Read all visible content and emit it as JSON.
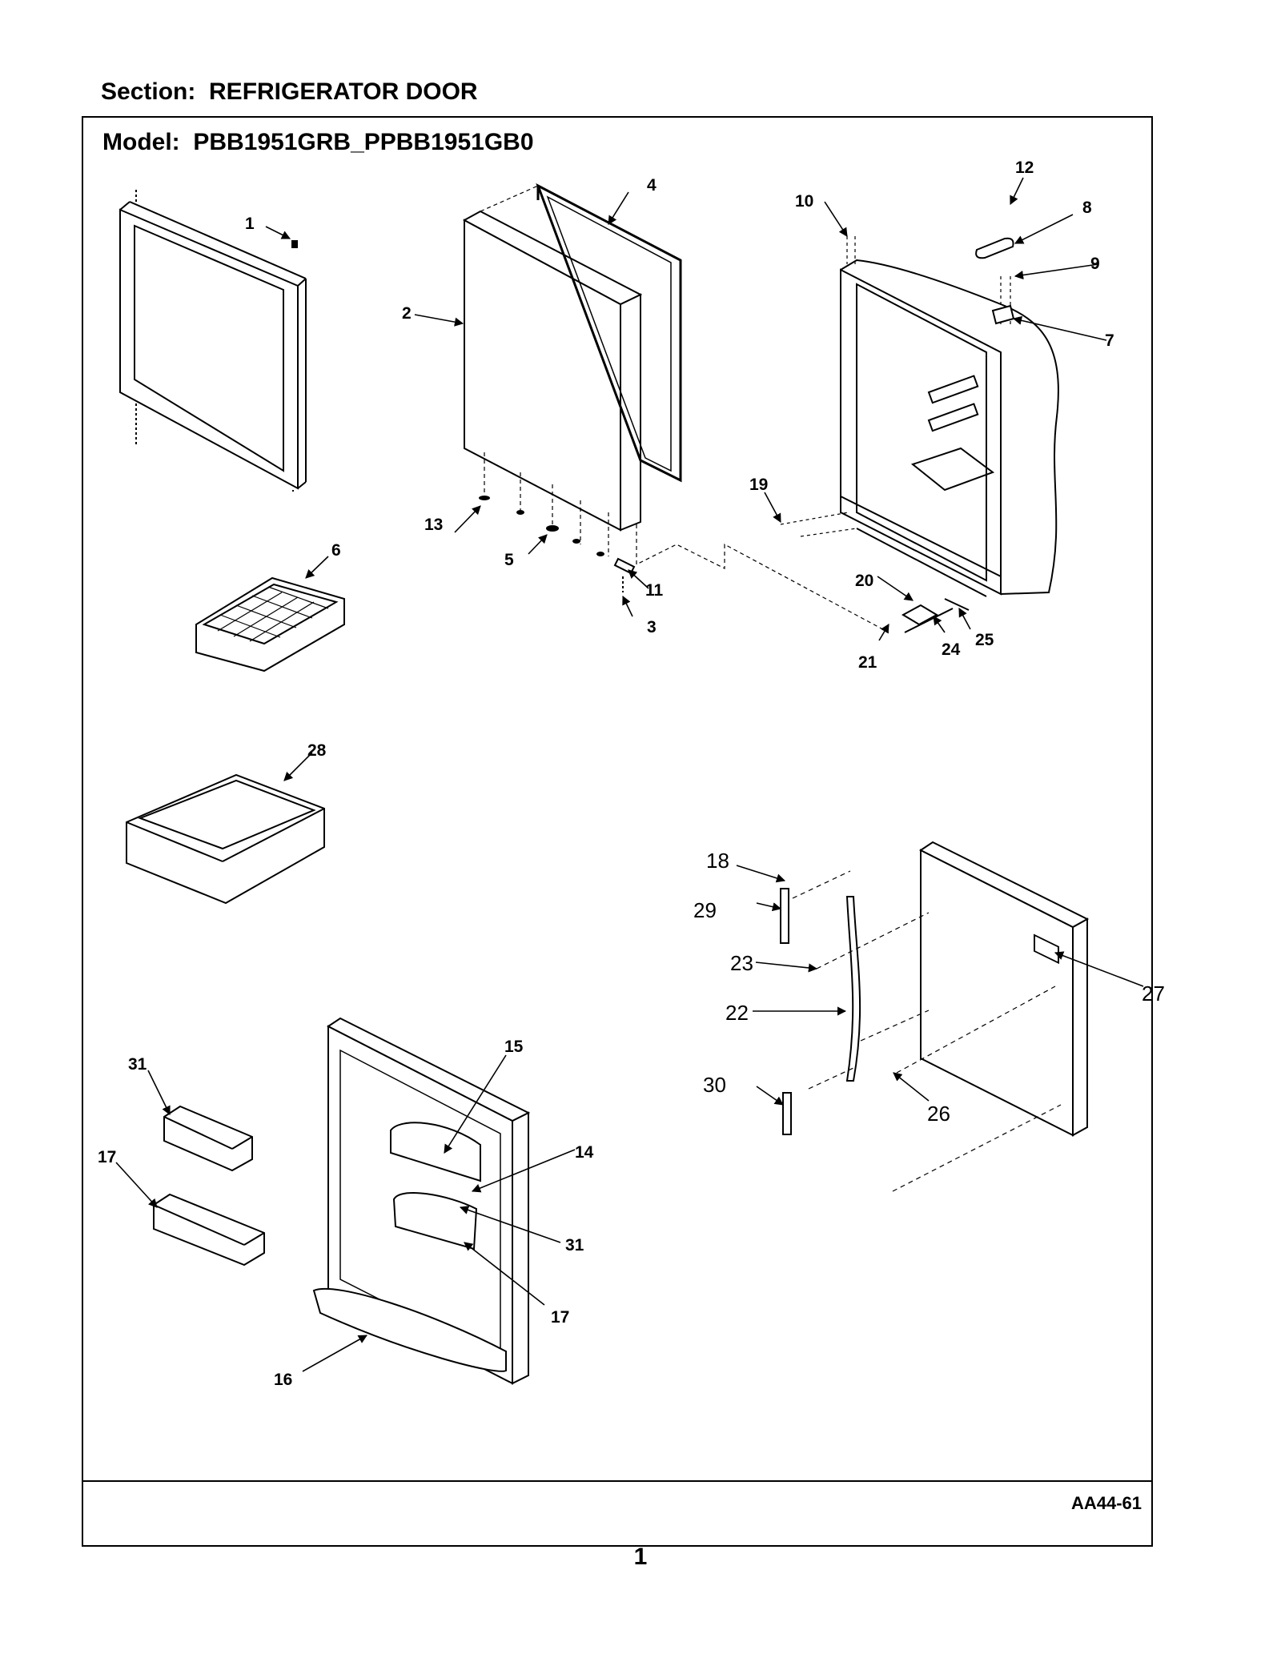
{
  "header": {
    "section_label": "Section:  REFRIGERATOR DOOR"
  },
  "frame": {
    "model_label": "Model:  PBB1951GRB_PPBB1951GB0",
    "diagram_code": "AA44-61"
  },
  "page": {
    "number": "1"
  },
  "callouts": [
    {
      "id": "c1",
      "text": "1"
    },
    {
      "id": "c2",
      "text": "2"
    },
    {
      "id": "c3",
      "text": "3"
    },
    {
      "id": "c4",
      "text": "4"
    },
    {
      "id": "c5",
      "text": "5"
    },
    {
      "id": "c6",
      "text": "6"
    },
    {
      "id": "c7",
      "text": "7"
    },
    {
      "id": "c8",
      "text": "8"
    },
    {
      "id": "c9",
      "text": "9"
    },
    {
      "id": "c10",
      "text": "10"
    },
    {
      "id": "c11",
      "text": "11"
    },
    {
      "id": "c12",
      "text": "12"
    },
    {
      "id": "c13",
      "text": "13"
    },
    {
      "id": "c14",
      "text": "14"
    },
    {
      "id": "c15",
      "text": "15"
    },
    {
      "id": "c16",
      "text": "16"
    },
    {
      "id": "c17a",
      "text": "17"
    },
    {
      "id": "c17b",
      "text": "17"
    },
    {
      "id": "c18",
      "text": "18"
    },
    {
      "id": "c19",
      "text": "19"
    },
    {
      "id": "c20",
      "text": "20"
    },
    {
      "id": "c21",
      "text": "21"
    },
    {
      "id": "c22",
      "text": "22"
    },
    {
      "id": "c23",
      "text": "23"
    },
    {
      "id": "c24",
      "text": "24"
    },
    {
      "id": "c25",
      "text": "25"
    },
    {
      "id": "c26",
      "text": "26"
    },
    {
      "id": "c27",
      "text": "27"
    },
    {
      "id": "c28",
      "text": "28"
    },
    {
      "id": "c29",
      "text": "29"
    },
    {
      "id": "c30",
      "text": "30"
    },
    {
      "id": "c31a",
      "text": "31"
    },
    {
      "id": "c31b",
      "text": "31"
    }
  ]
}
